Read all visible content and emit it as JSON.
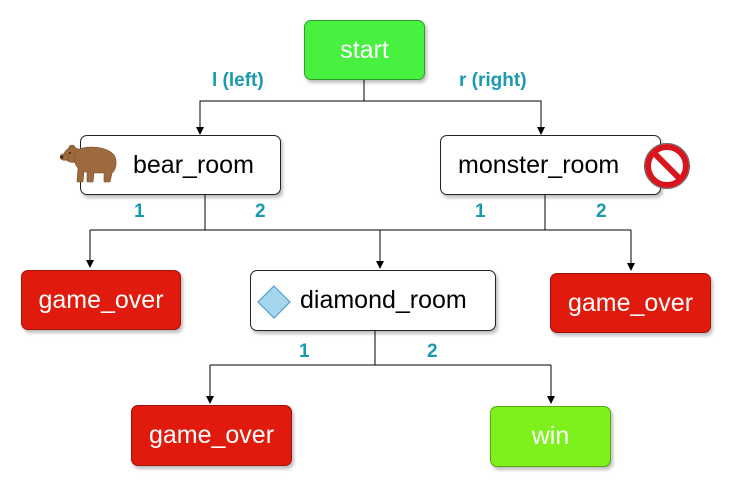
{
  "nodes": {
    "start": "start",
    "bear_room": "bear_room",
    "monster_room": "monster_room",
    "diamond_room": "diamond_room",
    "game_over_left": "game_over",
    "game_over_right": "game_over",
    "game_over_bottom": "game_over",
    "win": "win"
  },
  "edges": {
    "start_left": "l (left)",
    "start_right": "r (right)",
    "bear_1": "1",
    "bear_2": "2",
    "monster_1": "1",
    "monster_2": "2",
    "diamond_1": "1",
    "diamond_2": "2"
  },
  "icons": {
    "bear_room": "bear-icon",
    "monster_room": "no-entry-icon",
    "diamond_room": "diamond-icon"
  },
  "colors": {
    "start": "#48f040",
    "win": "#7ef01c",
    "game_over": "#e01a0c",
    "edge_label": "#1a9ab0"
  }
}
